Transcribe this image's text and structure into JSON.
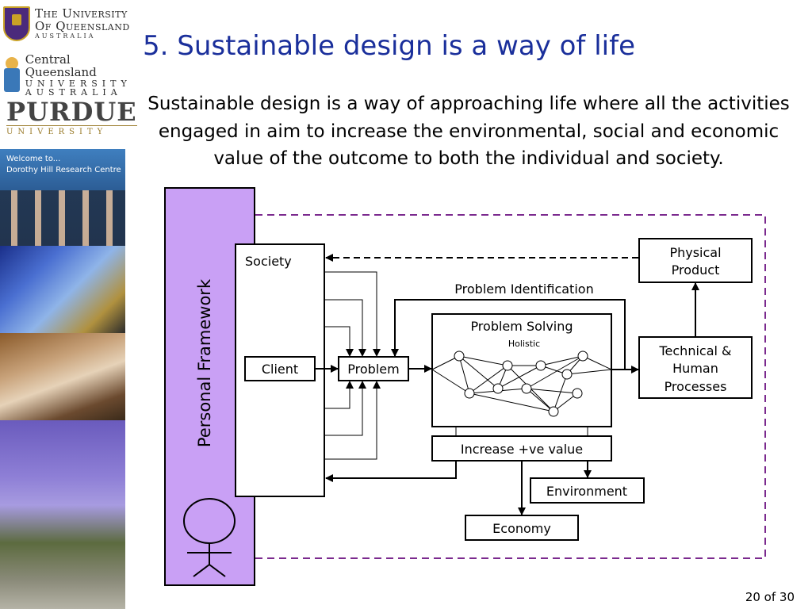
{
  "logos": {
    "uq": {
      "line1": "The University",
      "line2": "Of Queensland",
      "line3": "AUSTRALIA"
    },
    "cq": {
      "line1": "Central Queensland",
      "line2": "UNIVERSITY",
      "line3": "AUSTRALIA"
    },
    "purdue": {
      "line1": "PURDUE",
      "line2": "UNIVERSITY"
    }
  },
  "photo_strip": {
    "welcome_line1": "Welcome to...",
    "welcome_line2": "Dorothy Hill Research Centre"
  },
  "title": "5. Sustainable design is a way of life",
  "body": "Sustainable design is a way of approaching life where all the activities engaged in aim to increase the environmental, social and economic value of the outcome to both the individual and society.",
  "diagram": {
    "personal_framework": "Personal Framework",
    "society": "Society",
    "client": "Client",
    "problem": "Problem",
    "problem_identification": "Problem Identification",
    "problem_solving": "Problem Solving",
    "holistic": "Holistic",
    "physical_product": [
      "Physical",
      "Product"
    ],
    "technical_human": [
      "Technical &",
      "Human",
      "Processes"
    ],
    "increase_value": "Increase +ve value",
    "environment": "Environment",
    "economy": "Economy",
    "colors": {
      "framework_fill": "#c9a0f5",
      "dashed_border": "#7b2a8e"
    }
  },
  "page_number": "20 of 30"
}
